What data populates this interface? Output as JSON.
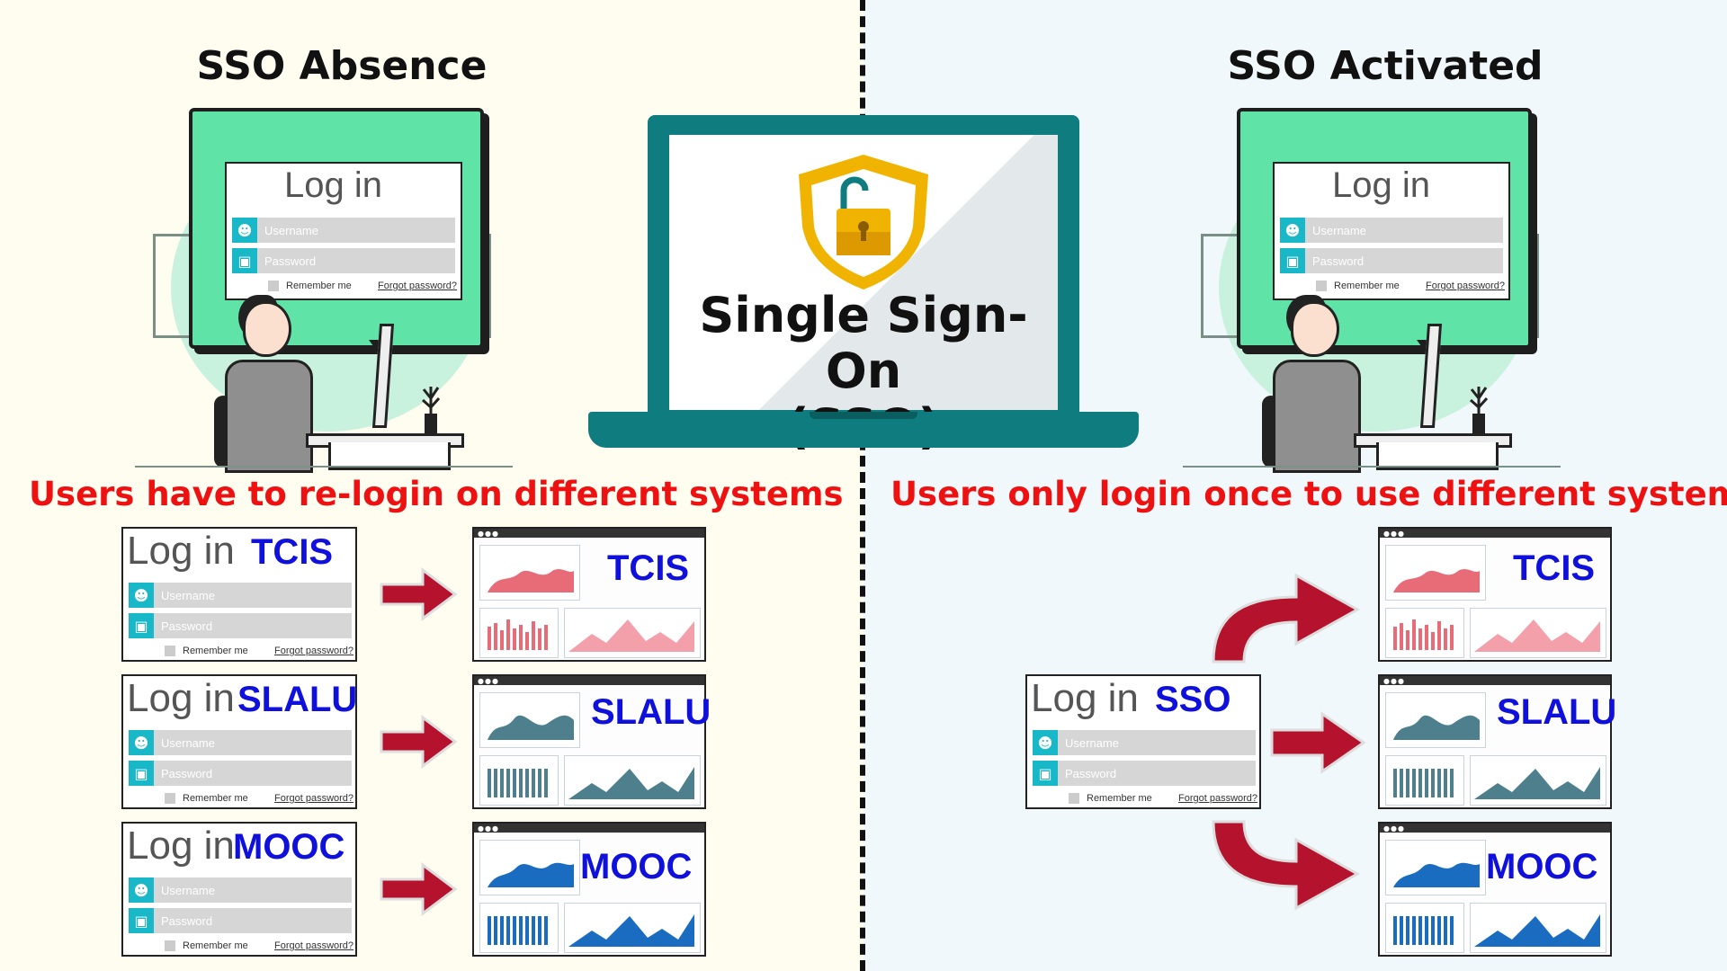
{
  "left": {
    "heading": "SSO Absence",
    "caption": "Users have to re-login on different systems",
    "logins": [
      {
        "title": "Log in",
        "system": "TCIS"
      },
      {
        "title": "Log in",
        "system": "SLALU"
      },
      {
        "title": "Log in",
        "system": "MOOC"
      }
    ],
    "dashboards": [
      "TCIS",
      "SLALU",
      "MOOC"
    ]
  },
  "right": {
    "heading": "SSO Activated",
    "caption": "Users only login once to use different systems",
    "login": {
      "title": "Log in",
      "system": "SSO"
    },
    "dashboards": [
      "TCIS",
      "SLALU",
      "MOOC"
    ]
  },
  "scene_login": {
    "title": "Log in"
  },
  "form": {
    "username": "Username",
    "password": "Password",
    "remember": "Remember me",
    "forgot": "Forgot password?"
  },
  "center": {
    "title_line1": "Single Sign-On",
    "title_line2": "(SSO)"
  },
  "colors": {
    "red_caption": "#ee1111",
    "system_blue": "#1010dd",
    "laptop_teal": "#0f7d80",
    "shield_gold": "#f0b400",
    "arrow_red": "#b5122e",
    "bubble_green": "#5fe3a6",
    "tcis_chart": "#e86b78",
    "slalu_chart": "#4e7f8c",
    "mooc_chart": "#1a6cc0"
  },
  "icons": {
    "user": "user-icon",
    "lock": "lock-icon",
    "shield": "shield-lock-icon",
    "arrow": "arrow-right-icon"
  }
}
